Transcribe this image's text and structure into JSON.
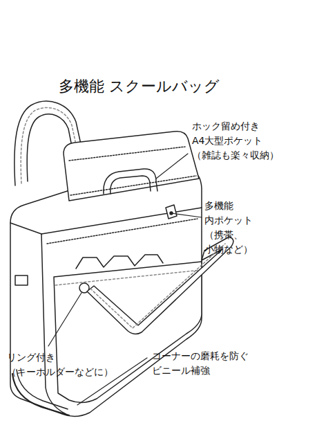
{
  "diagram": {
    "title": "多機能 スクールバッグ",
    "labels": [
      "ホック留め付き A4大型ポケット （雑誌も楽々収納）",
      "多機能 内ポケット （携帯、小物など）",
      "リング付き （キーホルダーなどに）",
      "コーナーの磨耗を防ぐ ビニール補強"
    ]
  }
}
